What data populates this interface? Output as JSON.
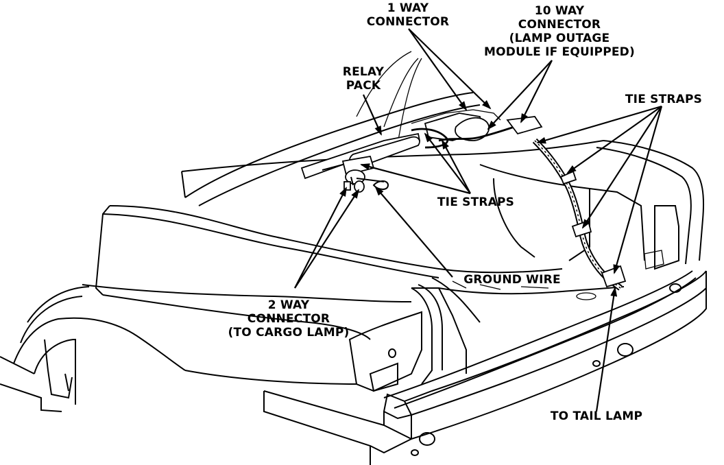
{
  "labels": {
    "one_way": "1 WAY\nCONNECTOR",
    "ten_way": "10 WAY\nCONNECTOR\n(LAMP OUTAGE\nMODULE IF EQUIPPED)",
    "relay_pack": "RELAY\nPACK",
    "tie_straps_right": "TIE STRAPS",
    "tie_straps_center": "TIE STRAPS",
    "ground_wire": "GROUND WIRE",
    "two_way": "2 WAY\nCONNECTOR\n(TO CARGO LAMP)",
    "tail_lamp": "TO TAIL LAMP"
  },
  "colors": {
    "ink": "#000000",
    "paper": "#ffffff"
  }
}
